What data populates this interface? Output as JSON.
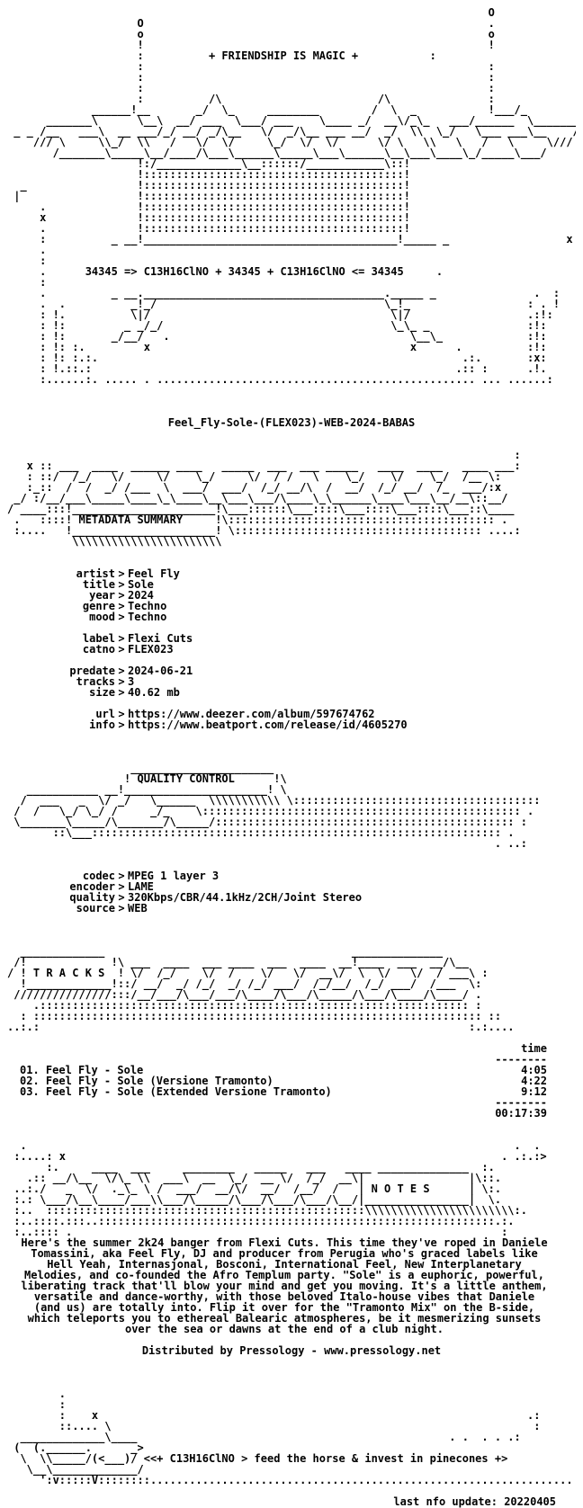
{
  "header": {
    "tagline": "+ FRIENDSHIP IS MAGIC +",
    "formula": "34345 => C13H16ClNO + 34345 + C13H16ClNO <= 34345"
  },
  "release_name": "Feel_Fly-Sole-(FLEX023)-WEB-2024-BABAS",
  "metadata": {
    "heading": "METADATA SUMMARY",
    "rows": [
      {
        "key": "artist",
        "value": "Feel Fly"
      },
      {
        "key": "title",
        "value": "Sole"
      },
      {
        "key": "year",
        "value": "2024"
      },
      {
        "key": "genre",
        "value": "Techno"
      },
      {
        "key": "mood",
        "value": "Techno"
      },
      {
        "key": "label",
        "value": "Flexi Cuts"
      },
      {
        "key": "catno",
        "value": "FLEX023"
      },
      {
        "key": "predate",
        "value": "2024-06-21"
      },
      {
        "key": "tracks",
        "value": "3"
      },
      {
        "key": "size",
        "value": "40.62 mb"
      },
      {
        "key": "url",
        "value": "https://www.deezer.com/album/597674762"
      },
      {
        "key": "info",
        "value": "https://www.beatport.com/release/id/4605270"
      }
    ]
  },
  "quality": {
    "heading": "QUALITY CONTROL",
    "rows": [
      {
        "key": "codec",
        "value": "MPEG 1 layer 3"
      },
      {
        "key": "encoder",
        "value": "LAME"
      },
      {
        "key": "quality",
        "value": "320Kbps/CBR/44.1kHz/2CH/Joint Stereo"
      },
      {
        "key": "source",
        "value": "WEB"
      }
    ]
  },
  "tracks": {
    "heading": "T R A C K S",
    "time_header": "time",
    "separator": "--------",
    "items": [
      {
        "title": "01. Feel Fly - Sole",
        "time": "4:05"
      },
      {
        "title": "02. Feel Fly - Sole (Versione Tramonto)",
        "time": "4:22"
      },
      {
        "title": "03. Feel Fly - Sole (Extended Versione Tramonto)",
        "time": "9:12"
      }
    ],
    "total": "00:17:39"
  },
  "notes": {
    "heading": "N O T E S",
    "text": "Here's the summer 2k24 banger from Flexi Cuts. This time they've roped in Daniele Tomassini, aka Feel Fly, DJ and producer from Perugia who's graced labels like Hell Yeah, Internasjonal, Bosconi, International Feel, New Interplanetary Melodies, and co-founded the Afro Templum party. \"Sole\" is a euphoric, powerful, liberating track that'll blow your mind and get you moving. It's a little anthem, versatile and dance-worthy, with those beloved Italo-house vibes that Daniele (and us) are totally into. Flip it over for the \"Tramonto Mix\" on the B-side, which teleports you to ethereal Balearic atmospheres, be it mesmerizing sunsets over the sea or dawns at the end of a club night.",
    "distributed": "Distributed by Pressology - www.pressology.net"
  },
  "footer": {
    "slogan": "<<+ C13H16ClNO > feed the horse & invest in pinecones +>",
    "last_update": "last nfo update: 20220405"
  }
}
